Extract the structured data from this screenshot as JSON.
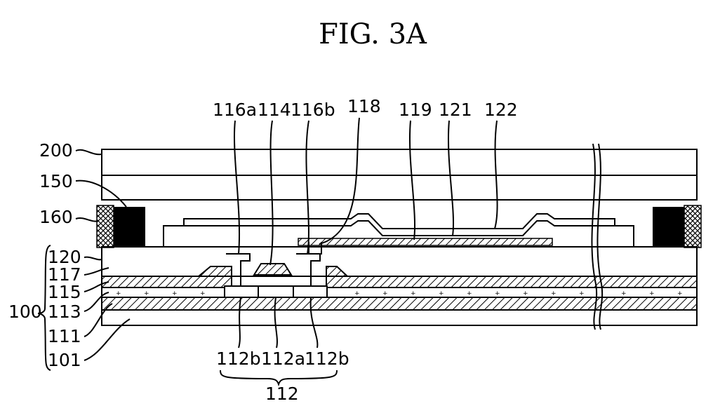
{
  "figure": {
    "title": "FIG. 3A"
  },
  "labels": {
    "l200": "200",
    "l150": "150",
    "l160": "160",
    "l120": "120",
    "l117": "117",
    "l115": "115",
    "l113": "113",
    "l111": "111",
    "l101": "101",
    "l100": "100",
    "l116a": "116a",
    "l114": "114",
    "l116b": "116b",
    "l118": "118",
    "l119": "119",
    "l121": "121",
    "l122": "122",
    "l112b_left": "112b",
    "l112a": "112a",
    "l112b_right": "112b",
    "l112": "112"
  }
}
